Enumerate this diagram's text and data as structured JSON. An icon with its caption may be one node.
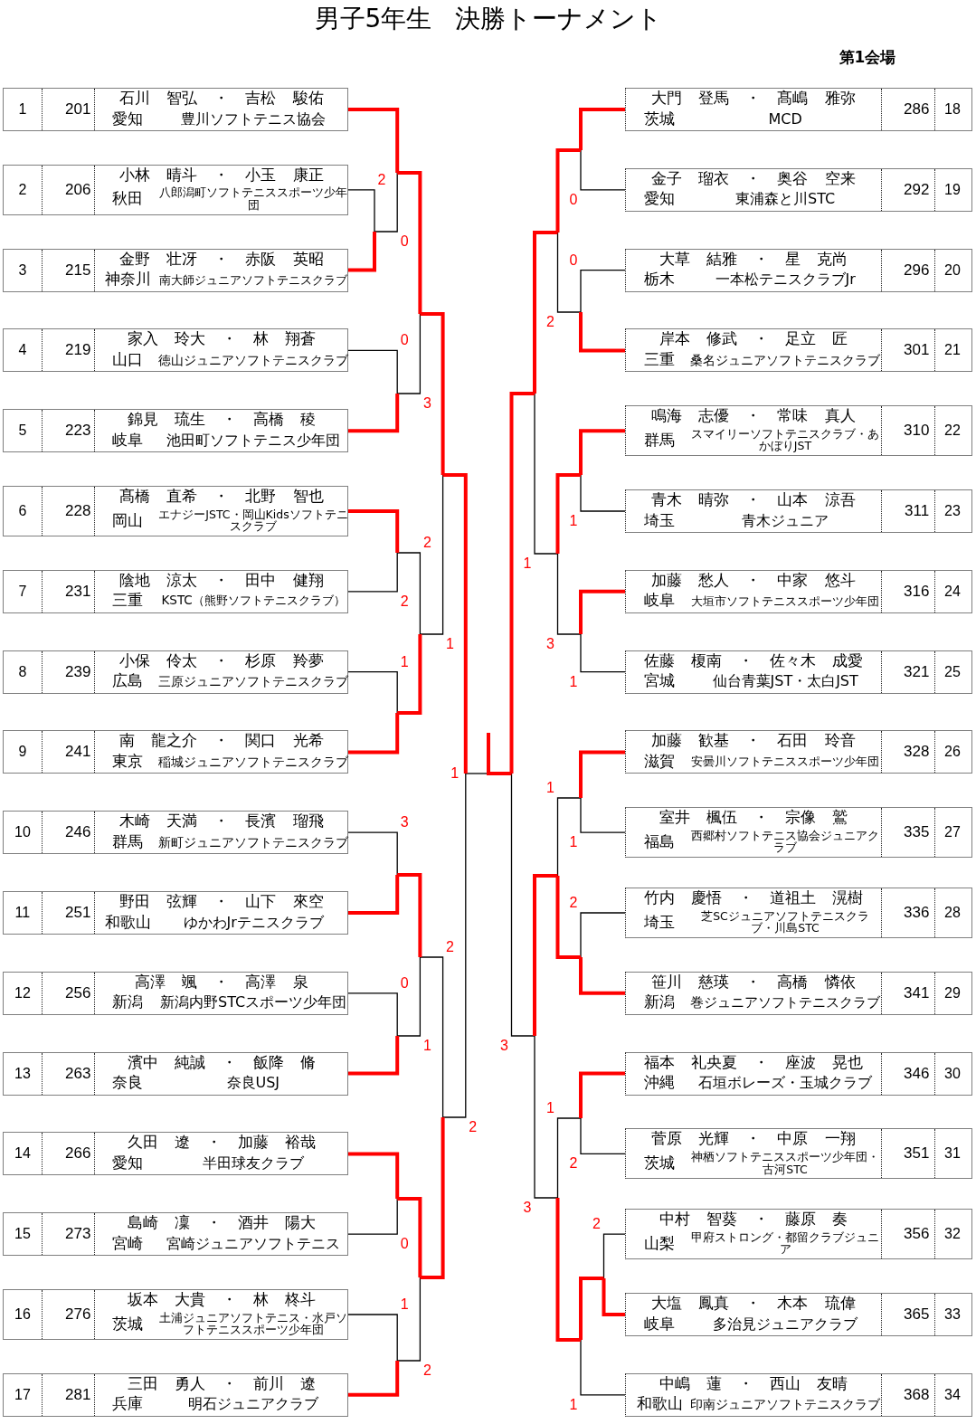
{
  "diagram": {
    "title": "男子5年生 決勝トーナメント",
    "nodes": [
      {
        "text": [
          "1",
          "201",
          "石川 智弘 ・ 吉松 駿佑",
          "愛知",
          "豊川ソフトテニス協会"
        ]
      },
      {
        "text": [
          "2",
          "206",
          "小林 晴斗 ・ 小玉 康正",
          "秋田",
          "八郎潟町ソフトテニススポーツ少年団"
        ]
      },
      {
        "text": [
          "3",
          "215",
          "金野 壮冴 ・ 赤阪 英昭",
          "神奈川",
          "南大師ジュニアソフトテニスクラブ"
        ]
      },
      {
        "text": [
          "4",
          "219",
          "家入 玲大 ・ 林 翔蒼",
          "山口",
          "徳山ジュニアソフトテニスクラブ"
        ]
      },
      {
        "text": [
          "5",
          "223",
          "錦見 琉生 ・ 高橋 稜",
          "岐阜",
          "池田町ソフトテニス少年団"
        ]
      },
      {
        "text": [
          "6",
          "228",
          "髙橋 直希 ・ 北野 智也",
          "岡山",
          "エナジーJSTC・岡山Kidsソフトテニスクラブ"
        ]
      },
      {
        "text": [
          "7",
          "231",
          "陰地 涼太 ・ 田中 健翔",
          "三重",
          "KSTC（熊野ソフトテニスクラブ）"
        ]
      },
      {
        "text": [
          "8",
          "239",
          "小保 伶太 ・ 杉原 羚夢",
          "広島",
          "三原ジュニアソフトテニスクラブ"
        ]
      },
      {
        "text": [
          "9",
          "241",
          "南 龍之介 ・ 関口 光希",
          "東京",
          "稲城ジュニアソフトテニスクラブ"
        ]
      },
      {
        "text": [
          "10",
          "246",
          "木崎 天満 ・ 長濱 瑠飛",
          "群馬",
          "新町ジュニアソフトテニスクラブ"
        ]
      },
      {
        "text": [
          "11",
          "251",
          "野田 弦輝 ・ 山下 來空",
          "和歌山",
          "ゆかわJrテニスクラブ"
        ]
      },
      {
        "text": [
          "12",
          "256",
          "高澤 颯 ・ 高澤 泉",
          "新潟",
          "新潟内野STCスポーツ少年団"
        ]
      },
      {
        "text": [
          "13",
          "263",
          "濱中 純誠 ・ 飯降 脩",
          "奈良",
          "奈良USJ"
        ]
      },
      {
        "text": [
          "14",
          "266",
          "久田 遼 ・ 加藤 裕哉",
          "愛知",
          "半田球友クラブ"
        ]
      },
      {
        "text": [
          "15",
          "273",
          "島崎 凜 ・ 酒井 陽大",
          "宮崎",
          "宮崎ジュニアソフトテニス"
        ]
      },
      {
        "text": [
          "16",
          "276",
          "坂本 大貴 ・ 林 柊斗",
          "茨城",
          "土浦ジュニアソフトテニス・水戸ソフトテニススポーツ少年団"
        ]
      },
      {
        "text": [
          "17",
          "281",
          "三田 勇人 ・ 前川 遼",
          "兵庫",
          "明石ジュニアクラブ"
        ]
      },
      {
        "text": [
          "大門 登馬 ・ 髙嶋 雅弥",
          "茨城",
          "MCD",
          "286",
          "18"
        ]
      },
      {
        "text": [
          "金子 瑠衣 ・ 奥谷 空来",
          "愛知",
          "東浦森と川STC",
          "292",
          "19"
        ]
      },
      {
        "text": [
          "大草 結雅 ・ 星 克尚",
          "栃木",
          "一本松テニスクラブJr",
          "296",
          "20"
        ]
      },
      {
        "text": [
          "岸本 修武 ・ 足立 匠",
          "三重",
          "桑名ジュニアソフトテニスクラブ",
          "301",
          "21"
        ]
      },
      {
        "text": [
          "鳴海 志優 ・ 常味 真人",
          "群馬",
          "スマイリーソフトテニスクラブ・あかぼりJST",
          "310",
          "22"
        ]
      },
      {
        "text": [
          "青木 晴弥 ・ 山本 涼吾",
          "埼玉",
          "青木ジュニア",
          "311",
          "23"
        ]
      },
      {
        "text": [
          "加藤 愁人 ・ 中家 悠斗",
          "岐阜",
          "大垣市ソフトテニススポーツ少年団",
          "316",
          "24"
        ]
      },
      {
        "text": [
          "佐藤 榎南 ・ 佐々木 成愛",
          "宮城",
          "仙台青葉JST・太白JST",
          "321",
          "25"
        ]
      },
      {
        "text": [
          "加藤 歓基 ・ 石田 玲音",
          "滋賀",
          "安曇川ソフトテニススポーツ少年団",
          "328",
          "26"
        ]
      },
      {
        "text": [
          "室井 楓伍 ・ 宗像 鷲",
          "福島",
          "西郷村ソフトテニス協会ジュニアクラブ",
          "335",
          "27"
        ]
      },
      {
        "text": [
          "竹内 慶悟 ・ 道祖土 滉樹",
          "埼玉",
          "芝SCジュニアソフトテニスクラブ・川島STC",
          "336",
          "28"
        ]
      },
      {
        "text": [
          "笹川 慈瑛 ・ 高橋 憐依",
          "新潟",
          "巻ジュニアソフトテニスクラブ",
          "341",
          "29"
        ]
      },
      {
        "text": [
          "福本 礼央夏 ・ 座波 晃也",
          "沖縄",
          "石垣ボレーズ・玉城クラブ",
          "346",
          "30"
        ]
      },
      {
        "text": [
          "菅原 光輝 ・ 中原 一翔",
          "茨城",
          "神栖ソフトテニススポーツ少年団・古河STC",
          "351",
          "31"
        ]
      },
      {
        "text": [
          "中村 智葵 ・ 藤原 奏",
          "山梨",
          "甲府ストロング・都留クラブジュニア",
          "356",
          "32"
        ]
      },
      {
        "text": [
          "大塩 鳳真 ・ 木本 琉偉",
          "岐阜",
          "多治見ジュニアクラブ",
          "365",
          "33"
        ]
      },
      {
        "text": [
          "中嶋 蓮 ・ 西山 友晴",
          "和歌山",
          "印南ジュニアソフトテニスクラブ",
          "368",
          "34"
        ]
      }
    ],
    "edges": [
      {
        "from": 1,
        "to": 2,
        "arrow": "none",
        "label": "2",
        "color": "#000000"
      },
      {
        "from": 2,
        "to": 0,
        "arrow": "none",
        "label": "0"
      },
      {
        "from": 3,
        "to": 4,
        "arrow": "none",
        "label": "0",
        "color": "#000000"
      },
      {
        "from": 4,
        "to": 0,
        "arrow": "none",
        "label": "3"
      },
      {
        "from": 6,
        "to": 5,
        "arrow": "none",
        "label": "2"
      },
      {
        "from": 7,
        "to": 8,
        "arrow": "none",
        "label": "1",
        "color": "#000000"
      },
      {
        "from": 5,
        "to": 8,
        "arrow": "none",
        "label": "2",
        "color": "#000000"
      },
      {
        "from": 8,
        "to": 0,
        "arrow": "none",
        "label": "1"
      },
      {
        "from": 9,
        "to": 10,
        "arrow": "none",
        "label": "3",
        "color": "#000000"
      },
      {
        "from": 11,
        "to": 12,
        "arrow": "none",
        "label": "0",
        "color": "#000000"
      },
      {
        "from": 12,
        "to": 10,
        "arrow": "none",
        "label": "1"
      },
      {
        "from": 14,
        "to": 13,
        "arrow": "none",
        "label": "0"
      },
      {
        "from": 15,
        "to": 16,
        "arrow": "none",
        "label": "1",
        "color": "#000000"
      },
      {
        "from": 16,
        "to": 13,
        "arrow": "none",
        "label": "2",
        "color": "#000000"
      },
      {
        "from": 10,
        "to": 13,
        "arrow": "none",
        "label": "2",
        "color": "#000000"
      },
      {
        "from": 13,
        "to": 0,
        "arrow": "none",
        "label": "2",
        "color": "#000000"
      },
      {
        "from": 18,
        "to": 17,
        "arrow": "none",
        "label": "0"
      },
      {
        "from": 19,
        "to": 20,
        "arrow": "none",
        "label": "0",
        "color": "#000000"
      },
      {
        "from": 20,
        "to": 17,
        "arrow": "none",
        "label": "2"
      },
      {
        "from": 22,
        "to": 21,
        "arrow": "none",
        "label": "1"
      },
      {
        "from": 24,
        "to": 23,
        "arrow": "none",
        "label": "1"
      },
      {
        "from": 23,
        "to": 21,
        "arrow": "none",
        "label": "3",
        "color": "#000000"
      },
      {
        "from": 21,
        "to": 17,
        "arrow": "none",
        "label": "1"
      },
      {
        "from": 26,
        "to": 25,
        "arrow": "none",
        "label": "1"
      },
      {
        "from": 27,
        "to": 28,
        "arrow": "none",
        "label": "2",
        "color": "#000000"
      },
      {
        "from": 25,
        "to": 28,
        "arrow": "none",
        "label": "1"
      },
      {
        "from": 30,
        "to": 29,
        "arrow": "none",
        "label": "2"
      },
      {
        "from": 31,
        "to": 32,
        "arrow": "none",
        "label": "2",
        "color": "#000000"
      },
      {
        "from": 33,
        "to": 32,
        "arrow": "none",
        "label": "1",
        "color": "#000000"
      },
      {
        "from": 29,
        "to": 32,
        "arrow": "none",
        "label": "1"
      },
      {
        "from": 32,
        "to": 28,
        "arrow": "none",
        "label": "3",
        "color": "#000000"
      },
      {
        "from": 28,
        "to": 17,
        "arrow": "none",
        "label": "3"
      },
      {
        "from": 0,
        "to": 17,
        "arrow": "none",
        "label": "1"
      }
    ],
    "labels": [
      "第1会場"
    ]
  }
}
